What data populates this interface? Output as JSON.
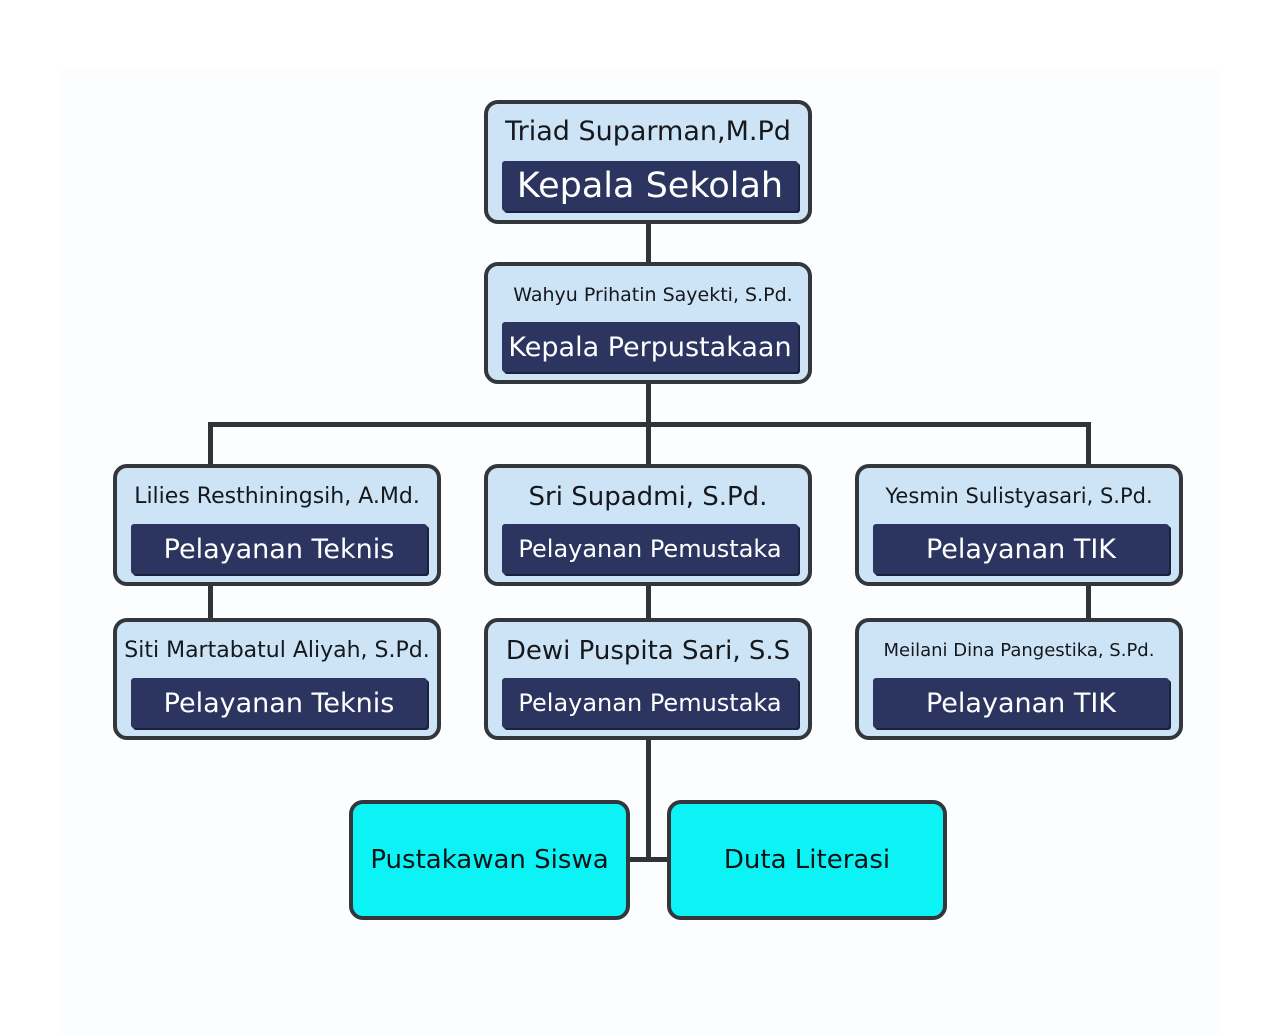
{
  "colors": {
    "box_fill": "#cde4f7",
    "role_fill": "#2b3560",
    "leaf_fill": "#0cf3f6",
    "line": "#2f3438"
  },
  "head": {
    "name": "Triad Suparman,M.Pd",
    "role": "Kepala Sekolah"
  },
  "library_head": {
    "name": "Wahyu Prihatin Sayekti, S.Pd.",
    "role": "Kepala Perpustakaan"
  },
  "technical": [
    {
      "name": "Lilies Resthiningsih, A.Md.",
      "role": "Pelayanan Teknis"
    },
    {
      "name": "Siti Martabatul Aliyah, S.Pd.",
      "role": "Pelayanan Teknis"
    }
  ],
  "user_service": [
    {
      "name": "Sri Supadmi, S.Pd.",
      "role": "Pelayanan Pemustaka"
    },
    {
      "name": "Dewi Puspita Sari, S.S",
      "role": "Pelayanan Pemustaka"
    }
  ],
  "ict": [
    {
      "name": "Yesmin Sulistyasari, S.Pd.",
      "role": "Pelayanan TIK"
    },
    {
      "name": "Meilani Dina Pangestika, S.Pd.",
      "role": "Pelayanan TIK"
    }
  ],
  "groups": [
    "Pustakawan Siswa",
    "Duta Literasi"
  ]
}
